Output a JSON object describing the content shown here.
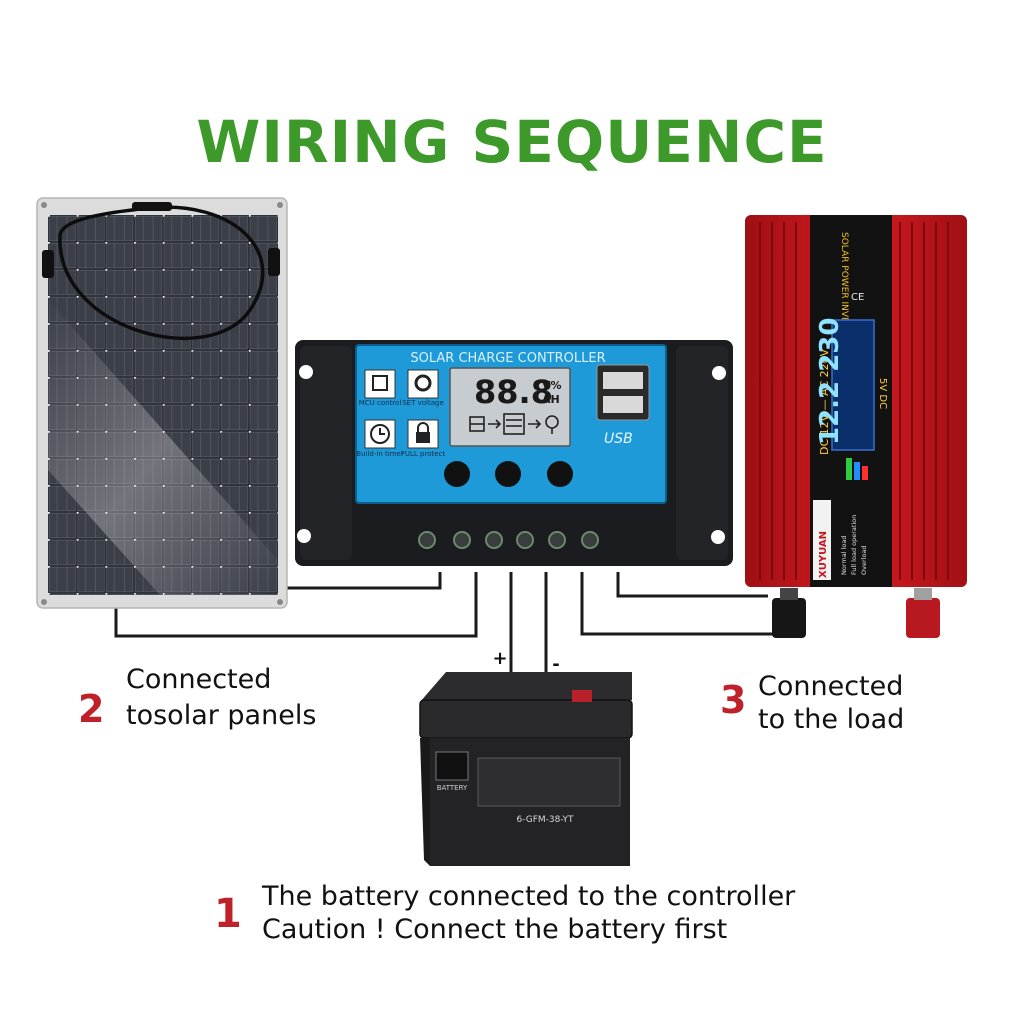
{
  "title": "WIRING SEQUENCE",
  "colors": {
    "title_green": "#3d9a2a",
    "step_number_red": "#c0202a",
    "controller_blue": "#1e9ad8",
    "inverter_red": "#c8161c"
  },
  "controller": {
    "heading": "SOLAR CHARGE CONTROLLER",
    "display_value": "88.8",
    "display_units_top": "V%",
    "display_units_bottom": "AH",
    "usb_label": "USB",
    "icons": [
      {
        "label": "MCU control",
        "icon": "chip-icon"
      },
      {
        "label": "SET voltage",
        "icon": "gear-icon"
      },
      {
        "label": "Build-in timer",
        "icon": "clock-icon"
      },
      {
        "label": "FULL protect",
        "icon": "lock-icon"
      }
    ]
  },
  "inverter": {
    "brand": "XUYUAN",
    "product_label": "SOLAR POWER INVERTER",
    "voltage_label": "DC 12V — AC 220V",
    "display_value": "12.2 230",
    "usb_label": "5V DC",
    "legend": [
      "Normal load",
      "Full load operation",
      "Overload"
    ],
    "cert_label": "CE"
  },
  "battery": {
    "brand": "BATTERY",
    "model": "6-GFM-38-YT",
    "plus_label": "+",
    "minus_label": "-"
  },
  "steps": [
    {
      "number": "2",
      "line1": "Connected",
      "line2": "tosolar panels"
    },
    {
      "number": "3",
      "line1": "Connected",
      "line2": "to the load"
    },
    {
      "number": "1",
      "line1": "The battery connected to the controller",
      "line2": "Caution ! Connect the battery first"
    }
  ]
}
